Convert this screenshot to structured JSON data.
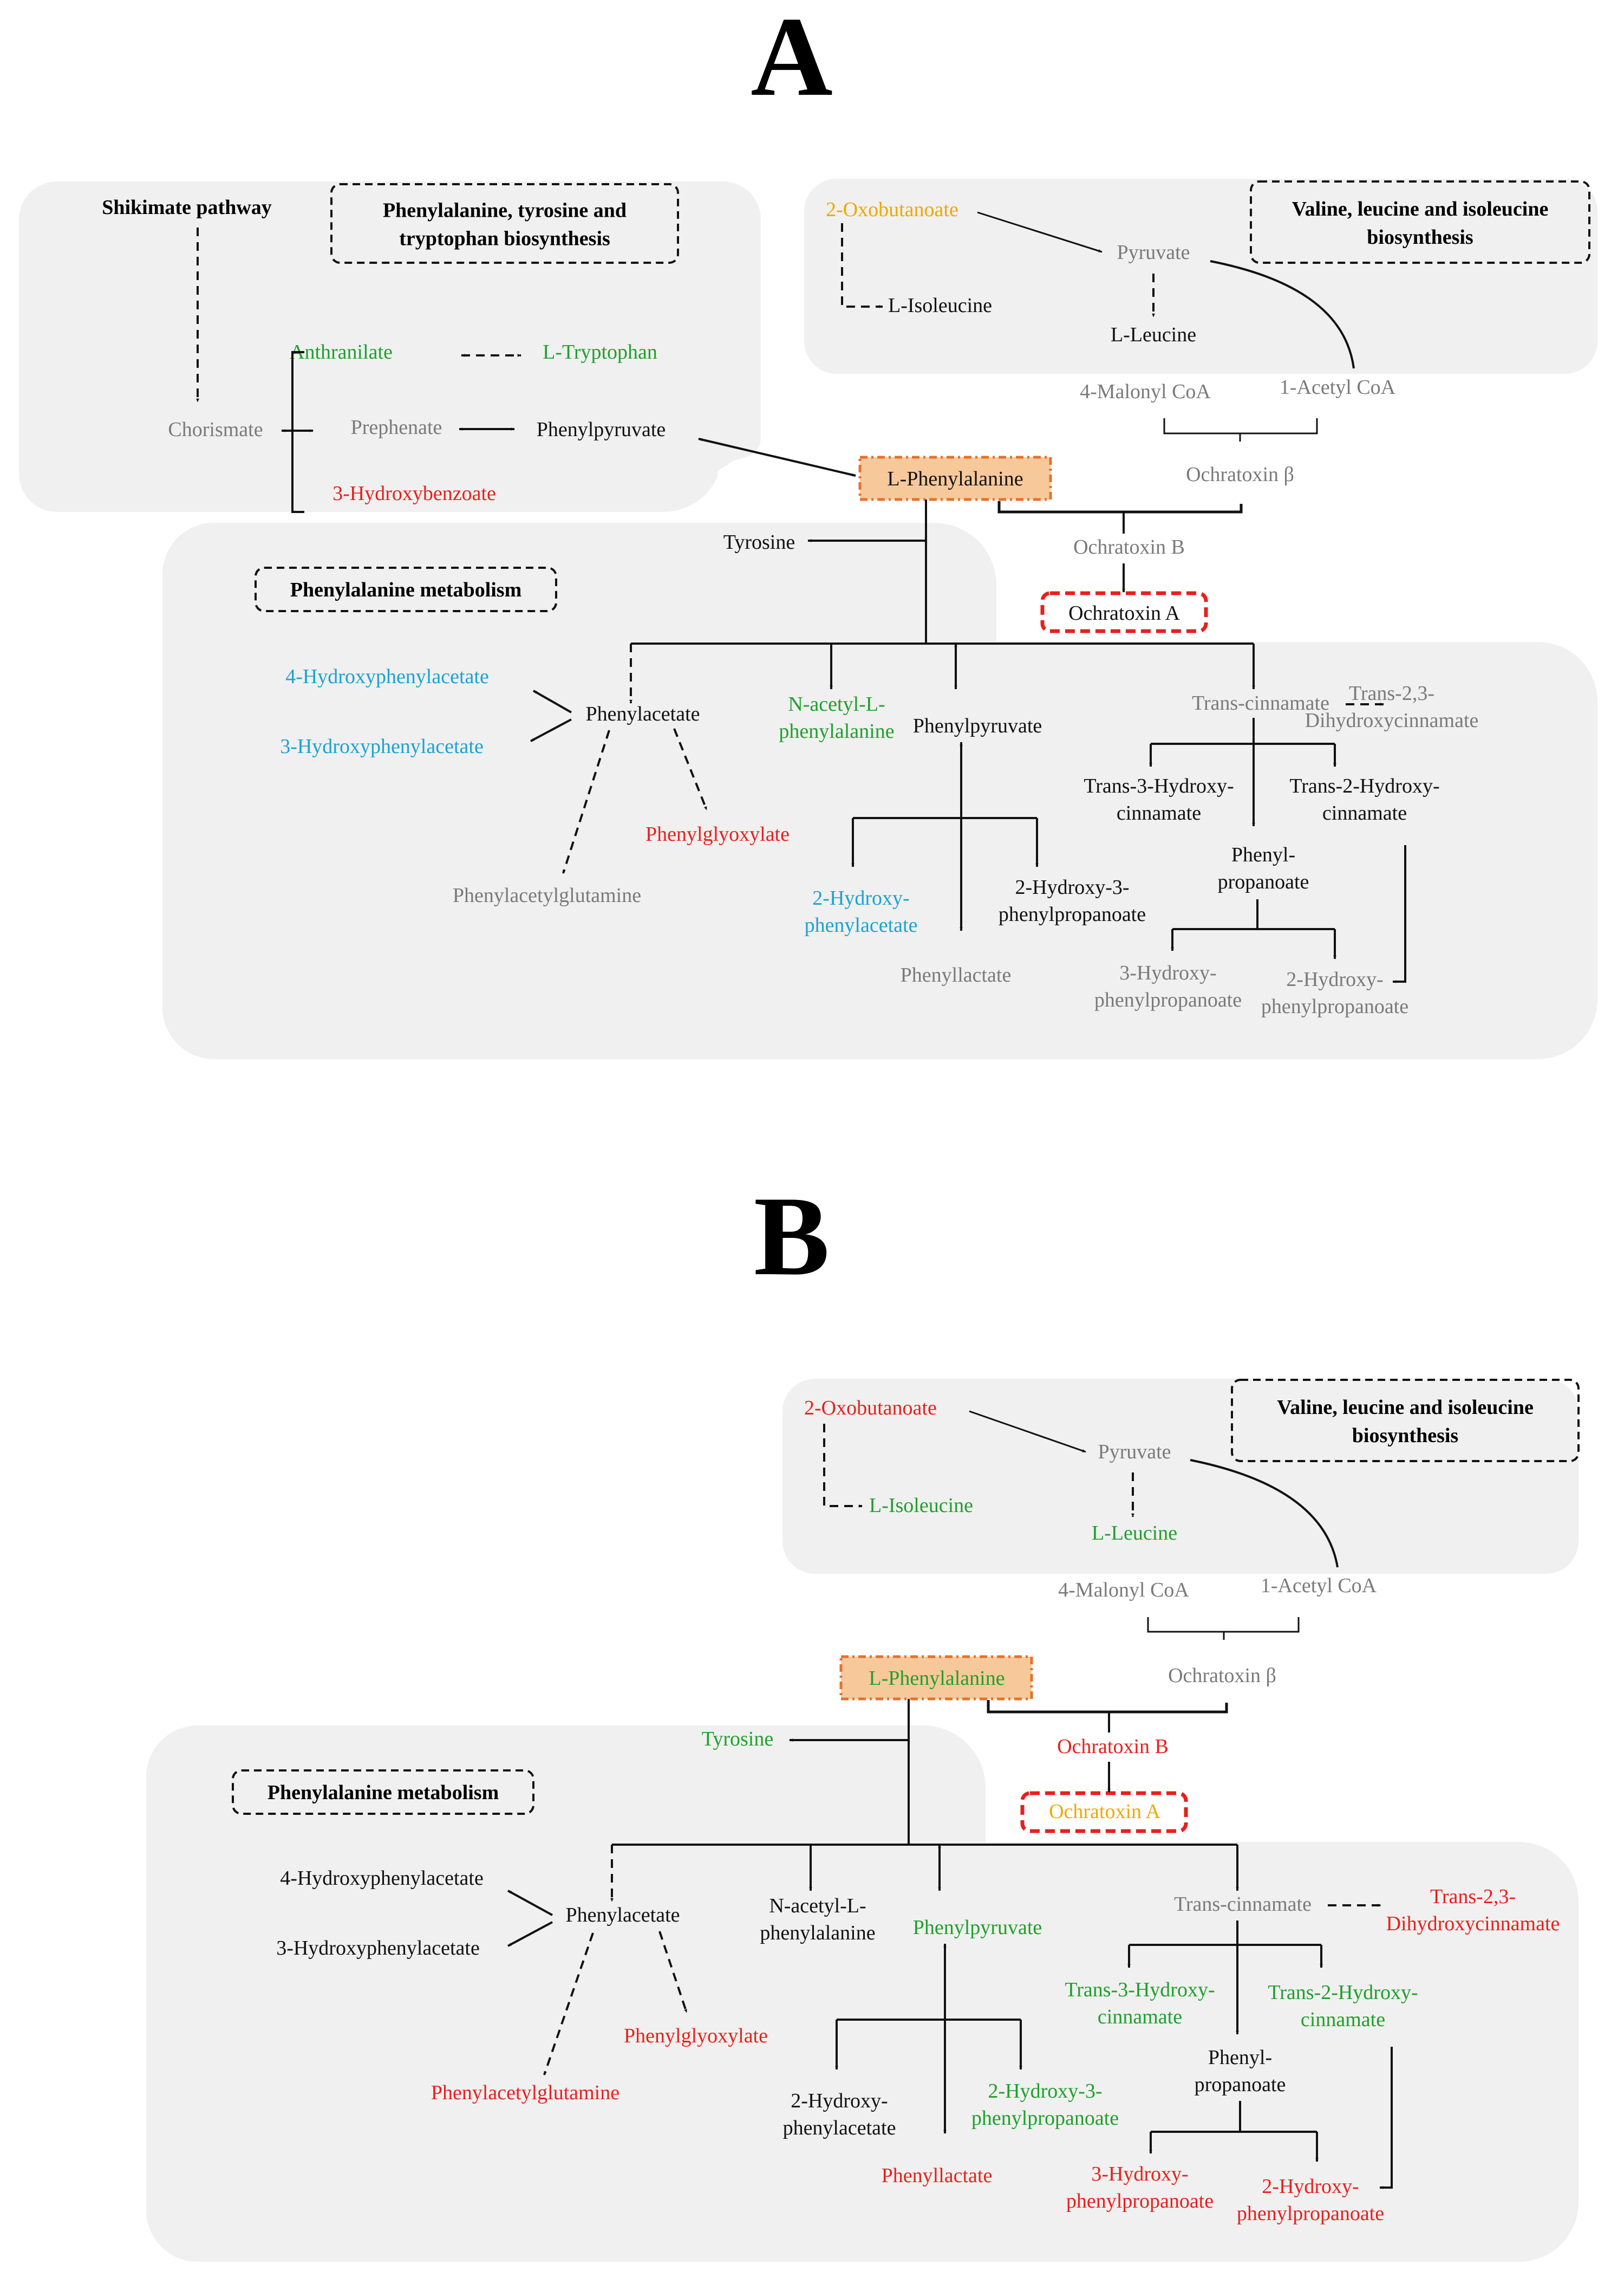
{
  "colors": {
    "black": "#111111",
    "gray": "#7a7a7a",
    "green": "#1fa02c",
    "red": "#e8201c",
    "blue": "#1aa3d3",
    "orange": "#f0a800",
    "region_fill": "#f0f0f0",
    "highlight_fill": "#f7c99a",
    "highlight_border": "#e8702a",
    "ota_border": "#e8201c"
  },
  "panels": {
    "a": {
      "letter": "A",
      "headers": {
        "aromatic": [
          "Phenylalanine, tyrosine and",
          "tryptophan biosynthesis"
        ],
        "bcaa": [
          "Valine, leucine and isoleucine",
          "biosynthesis"
        ],
        "phe_metabolism": [
          "Phenylalanine metabolism"
        ],
        "shikimate": [
          "Shikimate pathway"
        ]
      },
      "nodes": {
        "oxobutanoate": {
          "lines": [
            "2-Oxobutanoate"
          ],
          "color": "orange"
        },
        "pyruvate": {
          "lines": [
            "Pyruvate"
          ],
          "color": "gray"
        },
        "isoleucine": {
          "lines": [
            "L-Isoleucine"
          ],
          "color": "black"
        },
        "leucine": {
          "lines": [
            "L-Leucine"
          ],
          "color": "black"
        },
        "malonyl_coa": {
          "lines": [
            "4-Malonyl CoA"
          ],
          "color": "gray"
        },
        "acetyl_coa": {
          "lines": [
            "1-Acetyl CoA"
          ],
          "color": "gray"
        },
        "ochratoxin_beta": {
          "lines": [
            "Ochratoxin β"
          ],
          "color": "gray"
        },
        "phenylalanine": {
          "lines": [
            "L-Phenylalanine"
          ],
          "color": "black"
        },
        "ochratoxin_b": {
          "lines": [
            "Ochratoxin B"
          ],
          "color": "gray"
        },
        "ochratoxin_a": {
          "lines": [
            "Ochratoxin A"
          ],
          "color": "black"
        },
        "anthranilate": {
          "lines": [
            "Anthranilate"
          ],
          "color": "green"
        },
        "tryptophan": {
          "lines": [
            "L-Tryptophan"
          ],
          "color": "green"
        },
        "chorismate": {
          "lines": [
            "Chorismate"
          ],
          "color": "gray"
        },
        "prephenate": {
          "lines": [
            "Prephenate"
          ],
          "color": "gray"
        },
        "phenylpyruvate_top": {
          "lines": [
            "Phenylpyruvate"
          ],
          "color": "black"
        },
        "hydroxybenzoate": {
          "lines": [
            "3-Hydroxybenzoate"
          ],
          "color": "red"
        },
        "tyrosine": {
          "lines": [
            "Tyrosine"
          ],
          "color": "black"
        },
        "hpa4": {
          "lines": [
            "4-Hydroxyphenylacetate"
          ],
          "color": "blue"
        },
        "hpa3": {
          "lines": [
            "3-Hydroxyphenylacetate"
          ],
          "color": "blue"
        },
        "phenylacetate": {
          "lines": [
            "Phenylacetate"
          ],
          "color": "black"
        },
        "acetylphe": {
          "lines": [
            "N-acetyl-L-",
            "phenylalanine"
          ],
          "color": "green"
        },
        "phenylpyruvate": {
          "lines": [
            "Phenylpyruvate"
          ],
          "color": "black"
        },
        "transcinnamate": {
          "lines": [
            "Trans-cinnamate"
          ],
          "color": "gray"
        },
        "dihydroxycinnamate": {
          "lines": [
            "Trans-2,3-",
            "Dihydroxycinnamate"
          ],
          "color": "gray"
        },
        "phenylglyoxylate": {
          "lines": [
            "Phenylglyoxylate"
          ],
          "color": "red"
        },
        "phenylacetylglutamine": {
          "lines": [
            "Phenylacetylglutamine"
          ],
          "color": "gray"
        },
        "hydroxyphenylacetate2": {
          "lines": [
            "2-Hydroxy-",
            "phenylacetate"
          ],
          "color": "blue"
        },
        "hydroxyphenylpropanoate23": {
          "lines": [
            "2-Hydroxy-3-",
            "phenylpropanoate"
          ],
          "color": "black"
        },
        "phenyllactate": {
          "lines": [
            "Phenyllactate"
          ],
          "color": "gray"
        },
        "hydroxycinnamate3": {
          "lines": [
            "Trans-3-Hydroxy-",
            "cinnamate"
          ],
          "color": "black"
        },
        "hydroxycinnamate2": {
          "lines": [
            "Trans-2-Hydroxy-",
            "cinnamate"
          ],
          "color": "black"
        },
        "phenylpropanoate": {
          "lines": [
            "Phenyl-",
            "propanoate"
          ],
          "color": "black"
        },
        "hpp3": {
          "lines": [
            "3-Hydroxy-",
            "phenylpropanoate"
          ],
          "color": "gray"
        },
        "hpp2": {
          "lines": [
            "2-Hydroxy-",
            "phenylpropanoate"
          ],
          "color": "gray"
        }
      }
    },
    "b": {
      "letter": "B",
      "headers": {
        "bcaa": [
          "Valine, leucine and isoleucine",
          "biosynthesis"
        ],
        "phe_metabolism": [
          "Phenylalanine metabolism"
        ]
      },
      "nodes": {
        "oxobutanoate": {
          "lines": [
            "2-Oxobutanoate"
          ],
          "color": "red"
        },
        "pyruvate": {
          "lines": [
            "Pyruvate"
          ],
          "color": "gray"
        },
        "isoleucine": {
          "lines": [
            "L-Isoleucine"
          ],
          "color": "green"
        },
        "leucine": {
          "lines": [
            "L-Leucine"
          ],
          "color": "green"
        },
        "malonyl_coa": {
          "lines": [
            "4-Malonyl CoA"
          ],
          "color": "gray"
        },
        "acetyl_coa": {
          "lines": [
            "1-Acetyl CoA"
          ],
          "color": "gray"
        },
        "ochratoxin_beta": {
          "lines": [
            "Ochratoxin β"
          ],
          "color": "gray"
        },
        "phenylalanine": {
          "lines": [
            "L-Phenylalanine"
          ],
          "color": "green"
        },
        "ochratoxin_b": {
          "lines": [
            "Ochratoxin B"
          ],
          "color": "red"
        },
        "ochratoxin_a": {
          "lines": [
            "Ochratoxin A"
          ],
          "color": "orange"
        },
        "tyrosine": {
          "lines": [
            "Tyrosine"
          ],
          "color": "green"
        },
        "hpa4": {
          "lines": [
            "4-Hydroxyphenylacetate"
          ],
          "color": "black"
        },
        "hpa3": {
          "lines": [
            "3-Hydroxyphenylacetate"
          ],
          "color": "black"
        },
        "phenylacetate": {
          "lines": [
            "Phenylacetate"
          ],
          "color": "black"
        },
        "acetylphe": {
          "lines": [
            "N-acetyl-L-",
            "phenylalanine"
          ],
          "color": "black"
        },
        "phenylpyruvate": {
          "lines": [
            "Phenylpyruvate"
          ],
          "color": "green"
        },
        "transcinnamate": {
          "lines": [
            "Trans-cinnamate"
          ],
          "color": "gray"
        },
        "dihydroxycinnamate": {
          "lines": [
            "Trans-2,3-",
            "Dihydroxycinnamate"
          ],
          "color": "red"
        },
        "phenylglyoxylate": {
          "lines": [
            "Phenylglyoxylate"
          ],
          "color": "red"
        },
        "phenylacetylglutamine": {
          "lines": [
            "Phenylacetylglutamine"
          ],
          "color": "red"
        },
        "hydroxyphenylacetate2": {
          "lines": [
            "2-Hydroxy-",
            "phenylacetate"
          ],
          "color": "black"
        },
        "hydroxyphenylpropanoate23": {
          "lines": [
            "2-Hydroxy-3-",
            "phenylpropanoate"
          ],
          "color": "green"
        },
        "phenyllactate": {
          "lines": [
            "Phenyllactate"
          ],
          "color": "red"
        },
        "hydroxycinnamate3": {
          "lines": [
            "Trans-3-Hydroxy-",
            "cinnamate"
          ],
          "color": "green"
        },
        "hydroxycinnamate2": {
          "lines": [
            "Trans-2-Hydroxy-",
            "cinnamate"
          ],
          "color": "green"
        },
        "phenylpropanoate": {
          "lines": [
            "Phenyl-",
            "propanoate"
          ],
          "color": "black"
        },
        "hpp3": {
          "lines": [
            "3-Hydroxy-",
            "phenylpropanoate"
          ],
          "color": "red"
        },
        "hpp2": {
          "lines": [
            "2-Hydroxy-",
            "phenylpropanoate"
          ],
          "color": "red"
        }
      }
    }
  }
}
